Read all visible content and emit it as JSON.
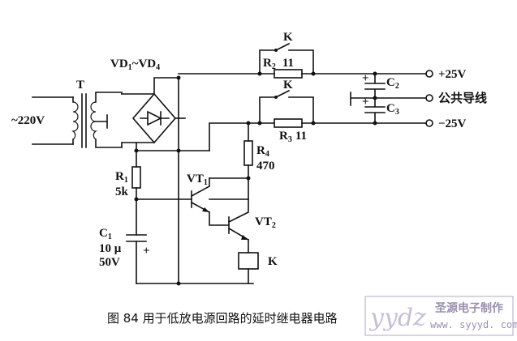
{
  "labels": {
    "ac_input": "~220V",
    "transformer": "T",
    "bridge_main": "VD",
    "bridge_sub1": "1",
    "bridge_tilde": "~VD",
    "bridge_sub2": "4",
    "relay_top": "K",
    "r2_main": "R",
    "r2_sub": "2",
    "r2_value": "11",
    "relay_mid": "K",
    "r3_main": "R",
    "r3_sub": "3",
    "r3_value": "11",
    "r1_main": "R",
    "r1_sub": "1",
    "r1_value": "5k",
    "r4_main": "R",
    "r4_sub": "4",
    "r4_value": "470",
    "vt1_main": "VT",
    "vt1_sub": "1",
    "vt2_main": "VT",
    "vt2_sub": "2",
    "c1_main": "C",
    "c1_sub": "1",
    "c1_value": "10 μ",
    "c1_voltage": "50V",
    "c1_plus": "+",
    "relay_coil": "K",
    "c2_main": "C",
    "c2_sub": "2",
    "c3_main": "C",
    "c3_sub": "3",
    "c2_plus": "+",
    "c3_plus": "+",
    "out_pos": "+25V",
    "out_common": "公共导线",
    "out_neg": "−25V"
  },
  "caption": "图 84    用于低放电源回路的延时继电器电路",
  "watermark": {
    "logo": "yydz",
    "name": "圣源电子制作",
    "url": "www. syyyd. com"
  }
}
